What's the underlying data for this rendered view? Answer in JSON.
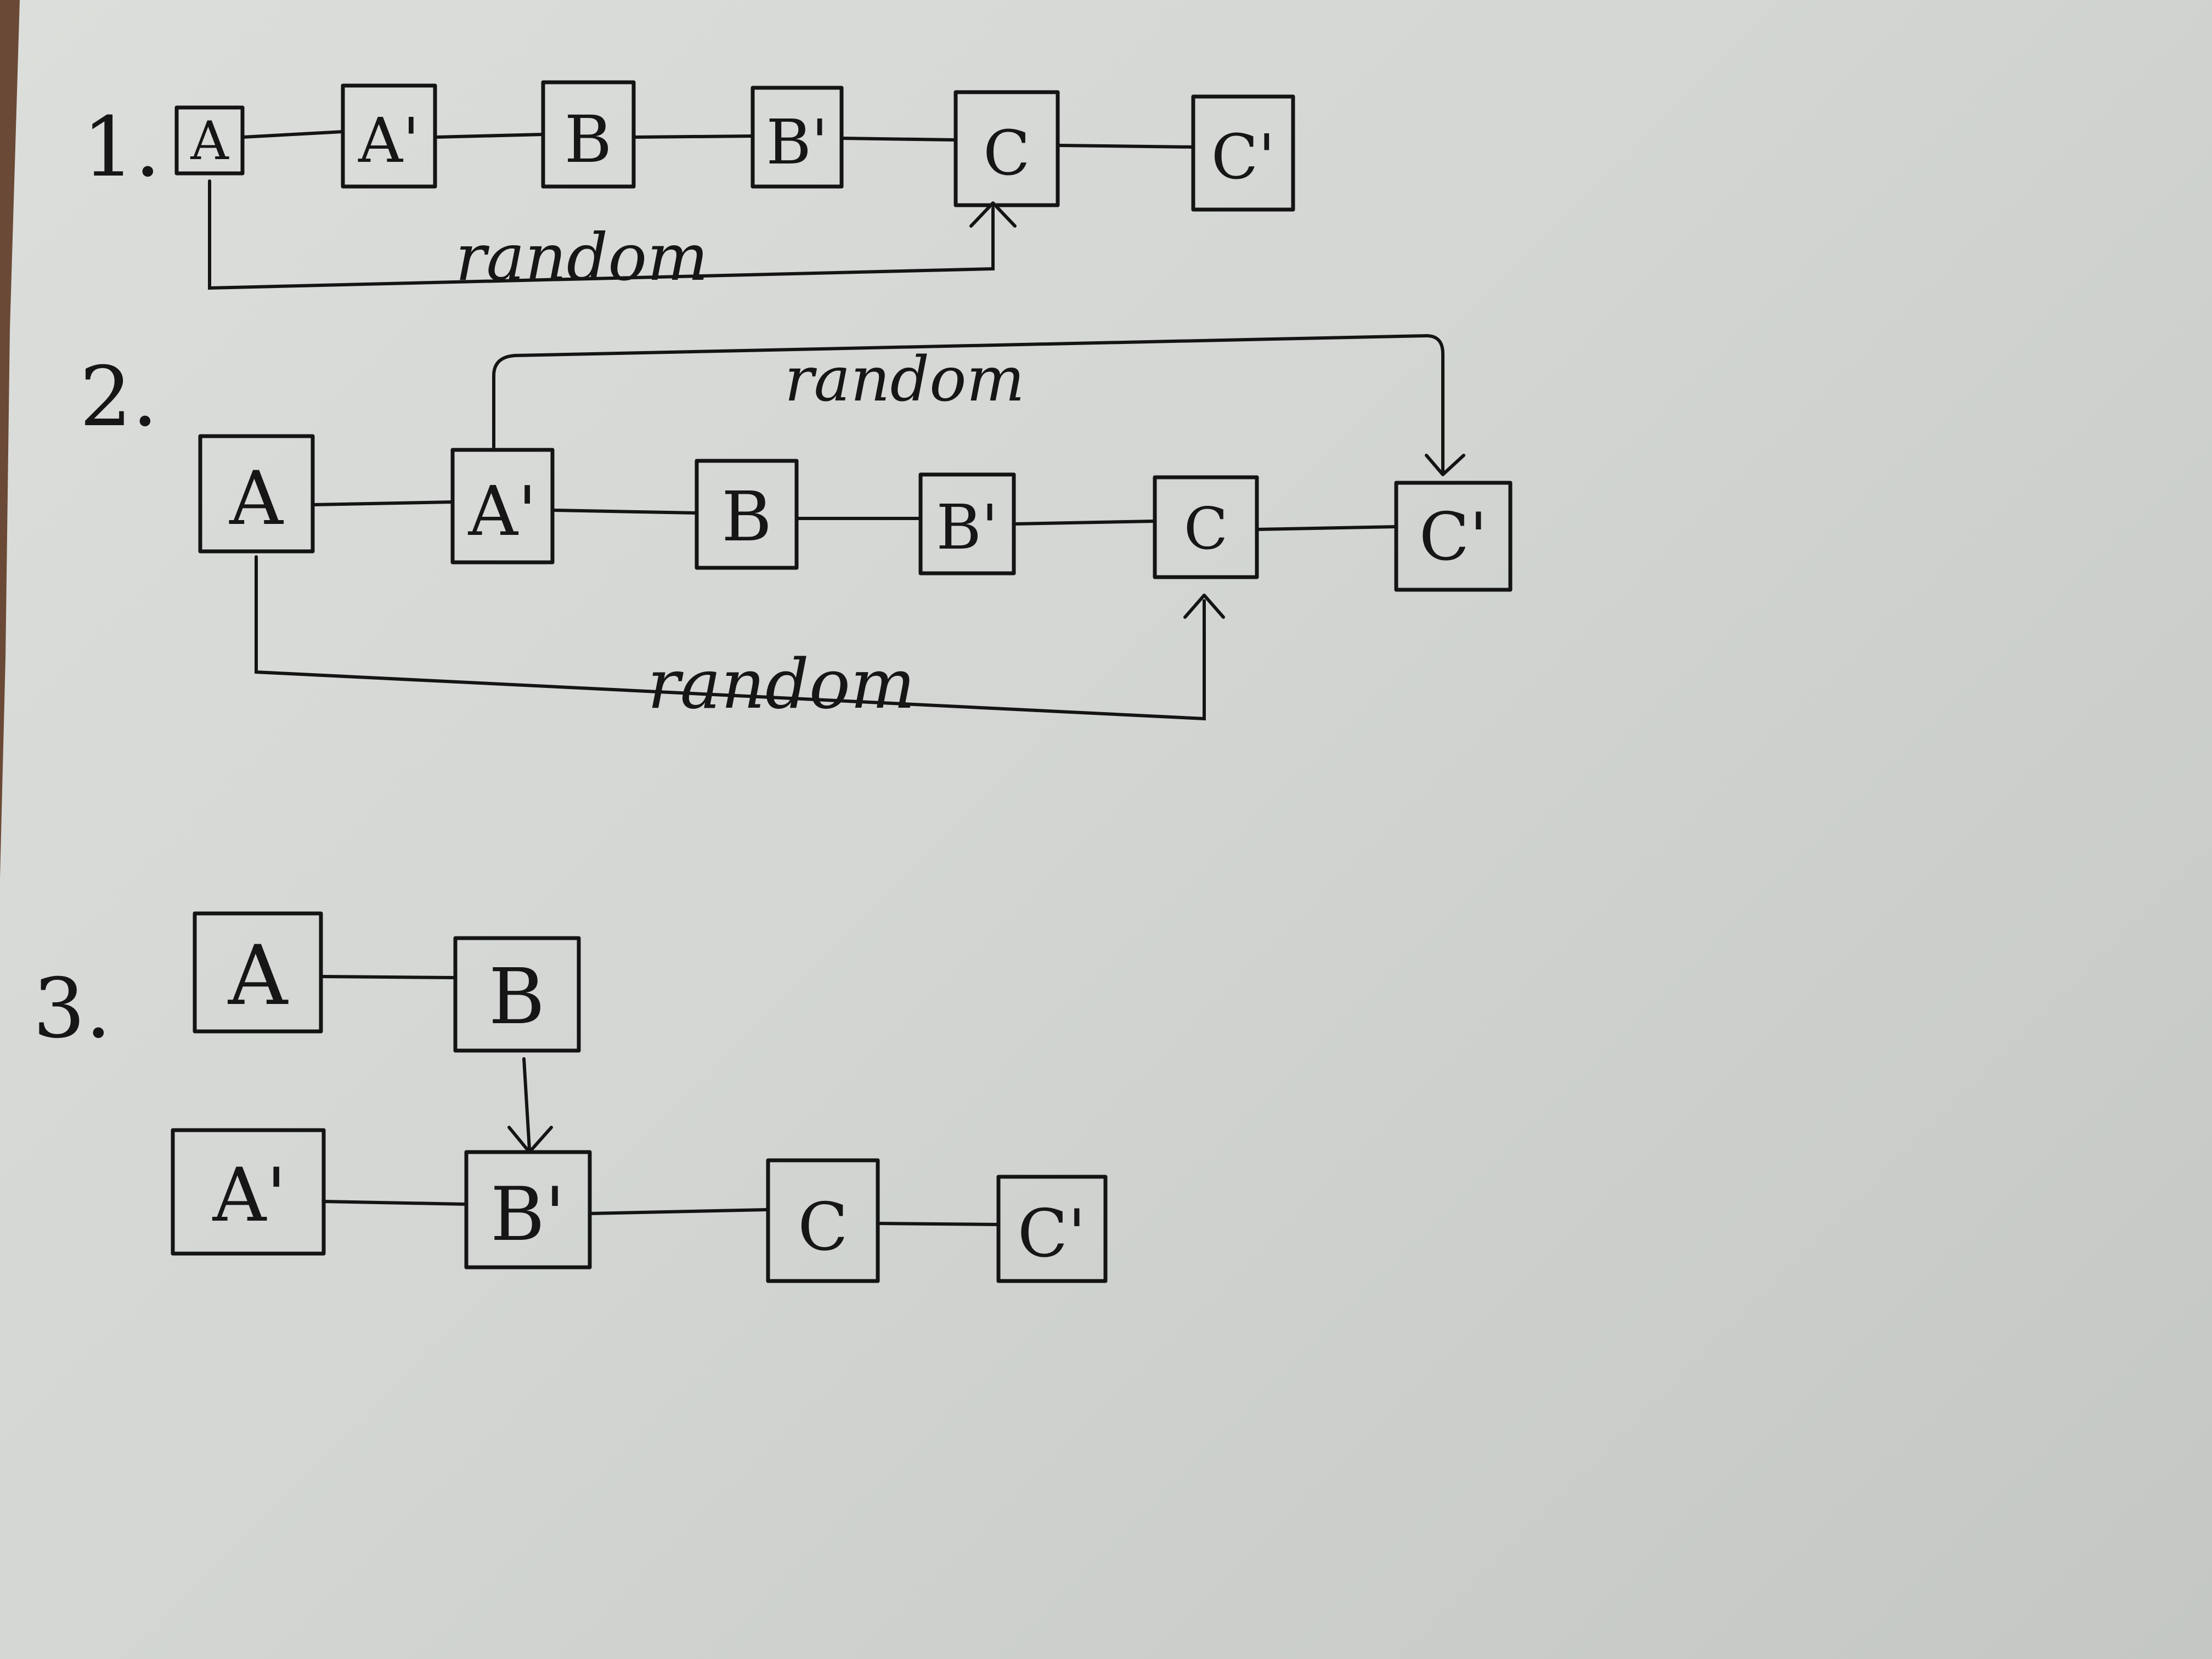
{
  "colors": {
    "ink": "#141414",
    "paper": "#d6d8d5",
    "table": "#6a4a36"
  },
  "diagram1": {
    "number": "1.",
    "nodes": [
      "A",
      "A'",
      "B",
      "B'",
      "C",
      "C'"
    ],
    "random_label": "random"
  },
  "diagram2": {
    "number": "2.",
    "nodes": [
      "A",
      "A'",
      "B",
      "B'",
      "C",
      "C'"
    ],
    "random_top_label": "random",
    "random_bottom_label": "random"
  },
  "diagram3": {
    "number": "3.",
    "top_row": [
      "A",
      "B"
    ],
    "bottom_row": [
      "A'",
      "B'",
      "C",
      "C'"
    ]
  }
}
